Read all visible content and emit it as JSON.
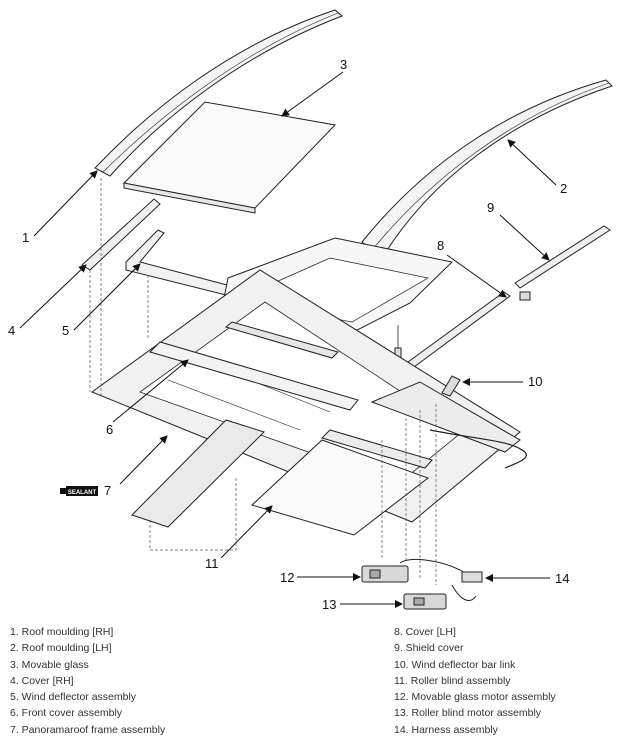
{
  "callouts": [
    {
      "num": "1"
    },
    {
      "num": "2"
    },
    {
      "num": "3"
    },
    {
      "num": "4"
    },
    {
      "num": "5"
    },
    {
      "num": "6"
    },
    {
      "num": "7"
    },
    {
      "num": "8"
    },
    {
      "num": "9"
    },
    {
      "num": "10"
    },
    {
      "num": "11"
    },
    {
      "num": "12"
    },
    {
      "num": "13"
    },
    {
      "num": "14"
    }
  ],
  "sealant_label": "SEALANT",
  "legend_left": [
    "1. Roof moulding [RH]",
    "2. Roof moulding [LH]",
    "3. Movable glass",
    "4. Cover [RH]",
    "5. Wind deflector assembly",
    "6. Front cover assembly",
    "7. Panoramaroof frame assembly"
  ],
  "legend_right": [
    "8. Cover [LH]",
    "9. Shield cover",
    "10. Wind deflector bar link",
    "11. Roller blind assembly",
    "12. Movable glass motor assembly",
    "13. Roller blind motor assembly",
    "14. Harness assembly"
  ]
}
